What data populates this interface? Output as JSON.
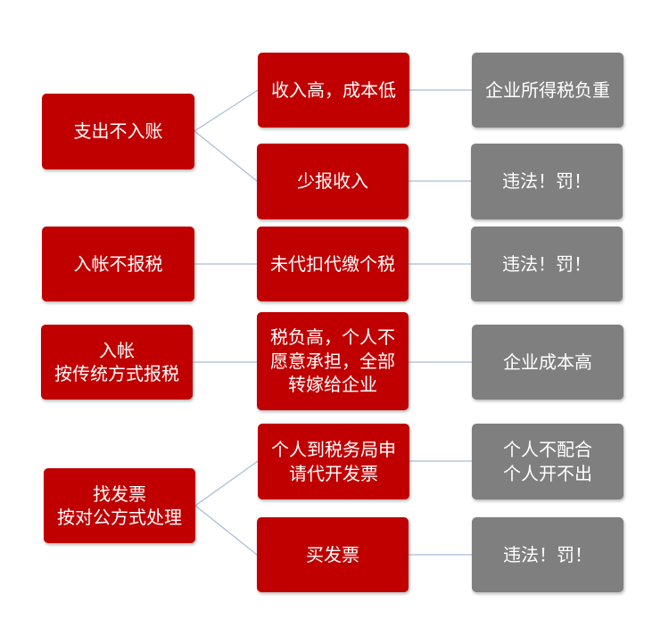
{
  "colors": {
    "red": "#c00000",
    "gray": "#7f7f7f",
    "connector": "#a9bcd6"
  },
  "left": [
    "支出不入账",
    "入帐不报税",
    "入帐\n按传统方式报税",
    "找发票\n按对公方式处理"
  ],
  "middle": [
    "收入高，成本低",
    "少报收入",
    "未代扣代缴个税",
    "税负高，个人不\n愿意承担，全部\n转嫁给企业",
    "个人到税务局申\n请代开发票",
    "买发票"
  ],
  "right": [
    "企业所得税负重",
    "违法！罚！",
    "违法！罚！",
    "企业成本高",
    "个人不配合\n个人开不出",
    "违法！罚！"
  ]
}
